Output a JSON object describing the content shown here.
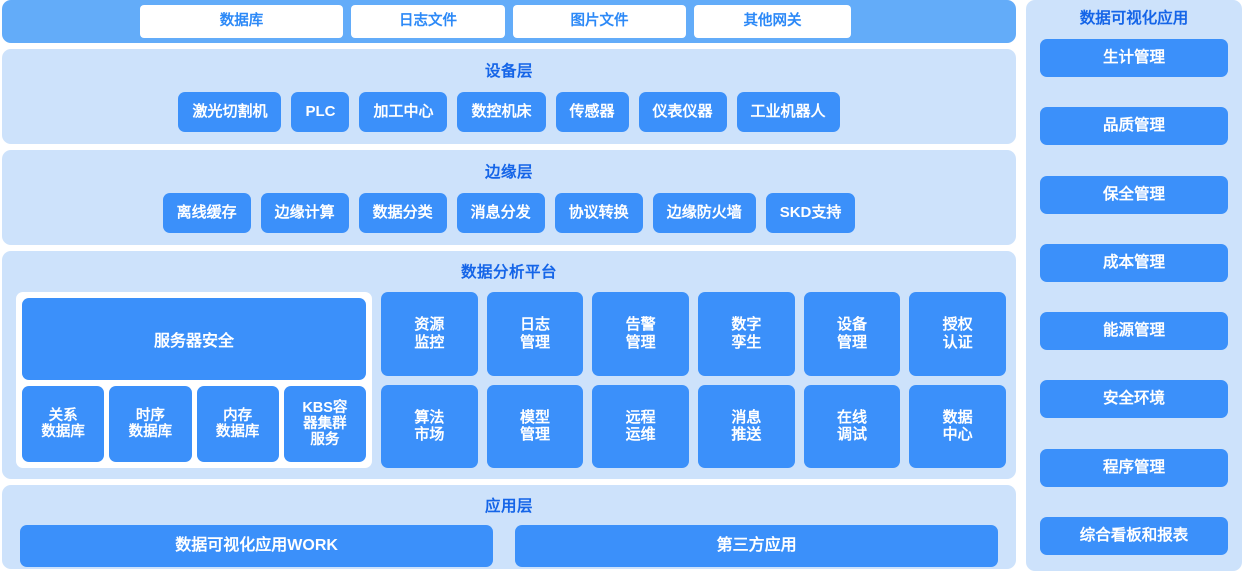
{
  "theme": {
    "panel_bg": "#CDE2FB",
    "chip_blue": "#3B90FA",
    "source_bar_blue": "#63ACF9",
    "title_blue": "#1565E8",
    "chip_text": "#FFFFFF",
    "page_bg": "#FFFFFF"
  },
  "source_bar": {
    "items": [
      {
        "label": "数据库"
      },
      {
        "label": "日志文件"
      },
      {
        "label": "图片文件"
      },
      {
        "label": "其他网关"
      }
    ]
  },
  "device_layer": {
    "title": "设备层",
    "items": [
      {
        "label": "激光切割机"
      },
      {
        "label": "PLC"
      },
      {
        "label": "加工中心"
      },
      {
        "label": "数控机床"
      },
      {
        "label": "传感器"
      },
      {
        "label": "仪表仪器"
      },
      {
        "label": "工业机器人"
      }
    ]
  },
  "edge_layer": {
    "title": "边缘层",
    "items": [
      {
        "label": "离线缓存"
      },
      {
        "label": "边缘计算"
      },
      {
        "label": "数据分类"
      },
      {
        "label": "消息分发"
      },
      {
        "label": "协议转换"
      },
      {
        "label": "边缘防火墙"
      },
      {
        "label": "SKD支持"
      }
    ]
  },
  "platform_layer": {
    "title": "数据分析平台",
    "server_security": "服务器安全",
    "databases": [
      {
        "line1": "关系",
        "line2": "数据库"
      },
      {
        "line1": "时序",
        "line2": "数据库"
      },
      {
        "line1": "内存",
        "line2": "数据库"
      },
      {
        "line1": "KBS容",
        "line2": "器集群",
        "line3": "服务"
      }
    ],
    "services": [
      {
        "line1": "资源",
        "line2": "监控"
      },
      {
        "line1": "日志",
        "line2": "管理"
      },
      {
        "line1": "告警",
        "line2": "管理"
      },
      {
        "line1": "数字",
        "line2": "孪生"
      },
      {
        "line1": "设备",
        "line2": "管理"
      },
      {
        "line1": "授权",
        "line2": "认证"
      },
      {
        "line1": "算法",
        "line2": "市场"
      },
      {
        "line1": "模型",
        "line2": "管理"
      },
      {
        "line1": "远程",
        "line2": "运维"
      },
      {
        "line1": "消息",
        "line2": "推送"
      },
      {
        "line1": "在线",
        "line2": "调试"
      },
      {
        "line1": "数据",
        "line2": "中心"
      }
    ]
  },
  "application_layer": {
    "title": "应用层",
    "items": [
      {
        "label": "数据可视化应用WORK"
      },
      {
        "label": "第三方应用"
      }
    ]
  },
  "sidebar": {
    "title": "数据可视化应用",
    "items": [
      {
        "label": "生计管理"
      },
      {
        "label": "品质管理"
      },
      {
        "label": "保全管理"
      },
      {
        "label": "成本管理"
      },
      {
        "label": "能源管理"
      },
      {
        "label": "安全环境"
      },
      {
        "label": "程序管理"
      },
      {
        "label": "综合看板和报表"
      }
    ]
  }
}
